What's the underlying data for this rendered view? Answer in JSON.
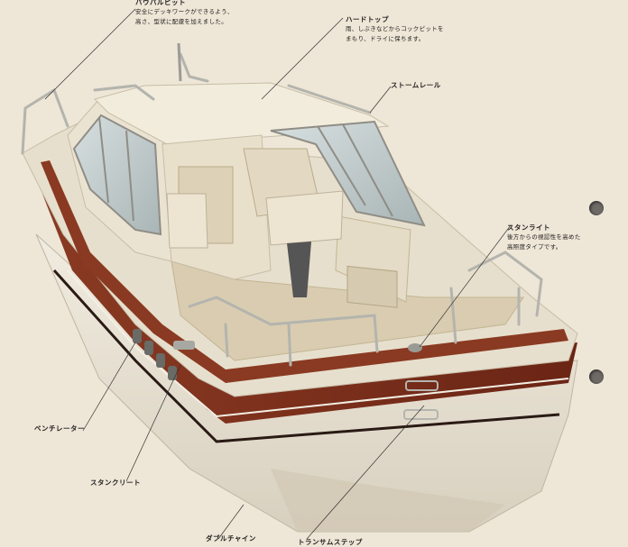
{
  "callouts": {
    "bow_pulpit": {
      "title": "バウパルピット",
      "lines": [
        "安全にデッキワークができるよう、",
        "高さ、型状に配慮を加えました。"
      ]
    },
    "hard_top": {
      "title": "ハードトップ",
      "lines": [
        "雨、しぶきなどからコックピットを",
        "まもり、ドライに保ちます。"
      ]
    },
    "storm_rail": {
      "title": "ストームレール"
    },
    "stern_light": {
      "title": "スタンライト",
      "lines": [
        "後方からの視認性を高めた",
        "高照度タイプです。"
      ]
    },
    "ventilator": {
      "title": "ベンチレーター"
    },
    "stern_cleat": {
      "title": "スタンクリート"
    },
    "double_chine": {
      "title": "ダブルチャイン"
    },
    "transom_step": {
      "title": "トランサムステップ"
    }
  },
  "colors": {
    "paper": "#eee6d6",
    "hull_white": "#ebe5d6",
    "wood_trim": "#7a2f1c",
    "deck": "#d9ccb0",
    "rail": "#b9b9b4"
  }
}
